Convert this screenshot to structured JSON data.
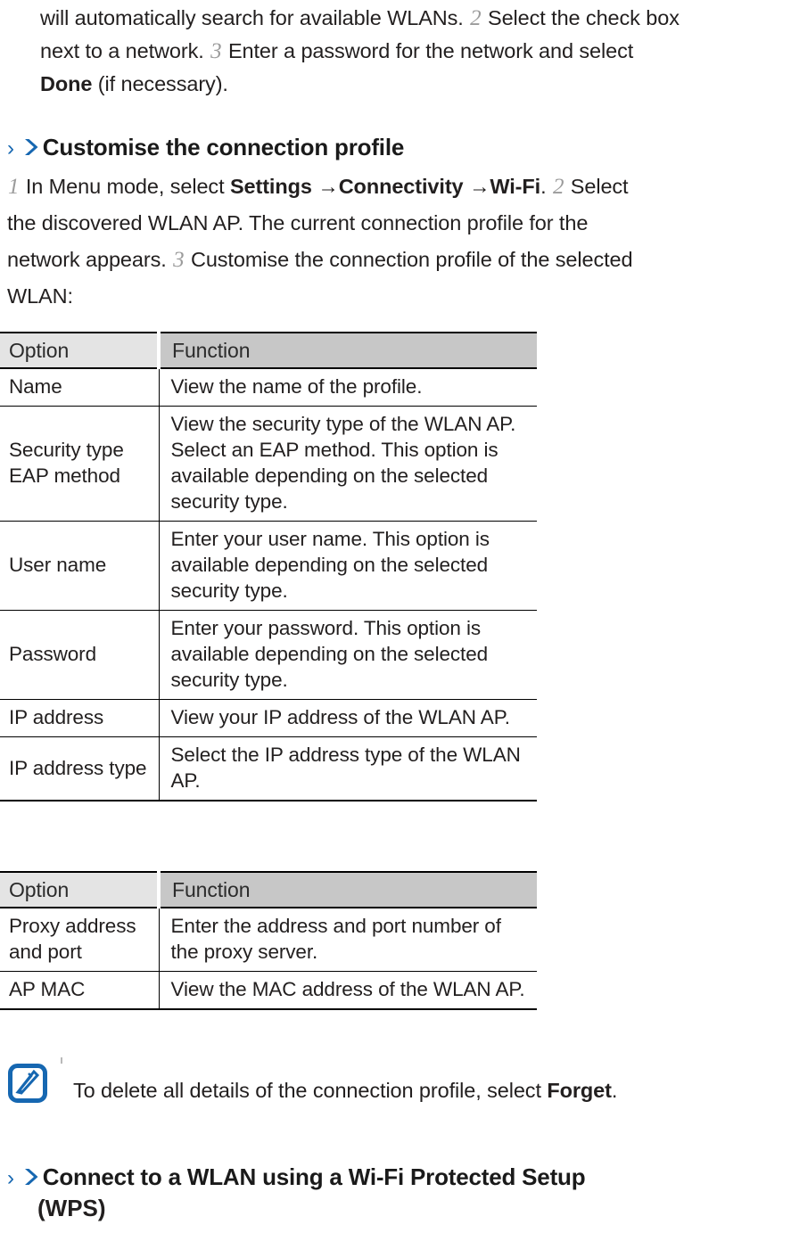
{
  "intro": {
    "lines": [
      {
        "parts": [
          {
            "t": "will automatically search for available WLANs. ",
            "s": "plain"
          },
          {
            "t": "2",
            "s": "step"
          },
          {
            "t": " Select the check box",
            "s": "plain"
          }
        ]
      },
      {
        "parts": [
          {
            "t": "next to a network. ",
            "s": "plain"
          },
          {
            "t": "3",
            "s": "step"
          },
          {
            "t": " Enter a password for the network and select",
            "s": "plain"
          }
        ]
      },
      {
        "parts": [
          {
            "t": "Done",
            "s": "bold"
          },
          {
            "t": " (if necessary).",
            "s": "plain"
          }
        ]
      }
    ]
  },
  "headings": {
    "customise": "Customise the connection profile",
    "wps_line1": "Connect to a WLAN using a Wi-Fi Protected Setup",
    "wps_line2": "(WPS)",
    "chevron_thin": "›",
    "chevron_color": "#1667b1"
  },
  "paragraph_customise": {
    "lines": [
      {
        "parts": [
          {
            "t": "1",
            "s": "step"
          },
          {
            "t": " In Menu mode, select ",
            "s": "plain"
          },
          {
            "t": "Settings",
            "s": "bold"
          },
          {
            "t": " →",
            "s": "plain"
          },
          {
            "t": "Connectivity",
            "s": "bold"
          },
          {
            "t": " →",
            "s": "plain"
          },
          {
            "t": "Wi-Fi",
            "s": "bold"
          },
          {
            "t": ". ",
            "s": "plain"
          },
          {
            "t": "2",
            "s": "step"
          },
          {
            "t": " Select",
            "s": "plain"
          }
        ]
      },
      {
        "parts": [
          {
            "t": "the discovered WLAN AP. The current connection profile for the",
            "s": "plain"
          }
        ]
      },
      {
        "parts": [
          {
            "t": "network appears. ",
            "s": "plain"
          },
          {
            "t": "3",
            "s": "step"
          },
          {
            "t": " Customise the connection profile of the selected",
            "s": "plain"
          }
        ]
      },
      {
        "parts": [
          {
            "t": "WLAN:",
            "s": "plain"
          }
        ]
      }
    ]
  },
  "table_one": {
    "headers": [
      "Option",
      "Function"
    ],
    "rows": [
      {
        "option": "Name",
        "function": "View the name of the profile.",
        "align": "middle"
      },
      {
        "option": "Security type EAP method",
        "function": "View the security type of the WLAN AP. Select an EAP method. This option is available depending on the selected security type.",
        "align": "top"
      },
      {
        "option": "User name",
        "function": "Enter your user name. This option is available depending on the selected security type.",
        "align": "middle"
      },
      {
        "option": "Password",
        "function": "Enter your password. This option is available depending on the selected security type.",
        "align": "middle"
      },
      {
        "option": "IP address",
        "function": "View your IP address of the WLAN AP.",
        "align": "middle"
      },
      {
        "option": "IP address type",
        "function": "Select the IP address type of the WLAN AP.",
        "align": "middle"
      }
    ]
  },
  "table_two": {
    "headers": [
      "Option",
      "Function"
    ],
    "rows": [
      {
        "option": "Proxy address and port",
        "function": "Enter the address and port number of the proxy server.",
        "align": "middle"
      },
      {
        "option": "AP MAC",
        "function": "View the MAC address of the WLAN AP.",
        "align": "middle"
      }
    ]
  },
  "note": {
    "icon": "note-pen-icon",
    "icon_color": "#1667b1",
    "parts": [
      {
        "t": "To delete all details of the connection profile, select ",
        "s": "plain"
      },
      {
        "t": "Forget",
        "s": "bold"
      },
      {
        "t": ".",
        "s": "plain"
      }
    ]
  }
}
